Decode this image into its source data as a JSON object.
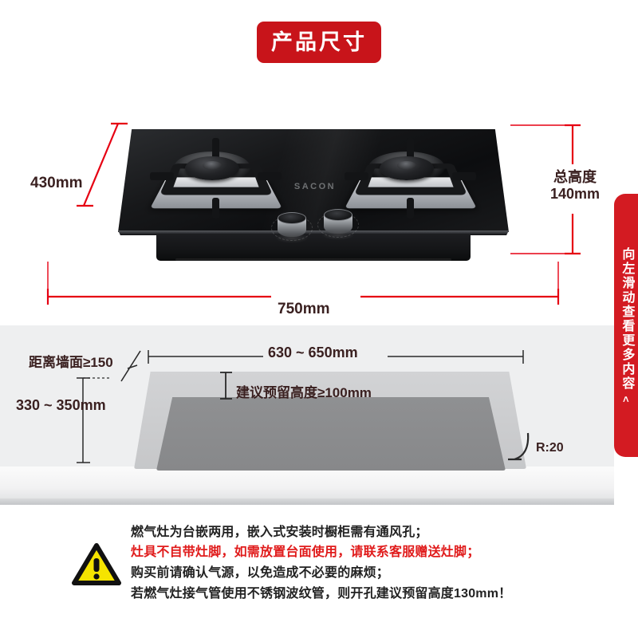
{
  "header": {
    "badge_title": "产品尺寸"
  },
  "slide_hint": {
    "text": "向左滑动查看更多内容",
    "chevron": "<"
  },
  "product": {
    "brand_logo": "SACON",
    "burners": [
      "left-burner",
      "right-burner"
    ],
    "knobs": [
      "left-knob",
      "right-knob"
    ]
  },
  "dimensions": {
    "depth": "430mm",
    "total_height_label": "总高度",
    "total_height_value": "140mm",
    "width": "750mm"
  },
  "cutout": {
    "wall_distance": "距离墙面≥150",
    "cutout_width": "630 ~ 650mm",
    "cutout_depth": "330 ~ 350mm",
    "reserved_height": "建议预留高度≥100mm",
    "corner_radius": "R:20"
  },
  "notice": {
    "icon": "warning-triangle-icon",
    "lines": [
      {
        "text": "燃气灶为台嵌两用，嵌入式安装时橱柜需有通风孔；",
        "color": "#222222"
      },
      {
        "text": "灶具不自带灶脚，如需放置台面使用，请联系客服赠送灶脚；",
        "color": "#e01b1b"
      },
      {
        "text": "购买前请确认气源，以免造成不必要的麻烦；",
        "color": "#222222"
      },
      {
        "text": "若燃气灶接气管使用不锈钢波纹管，则开孔建议预留高度130mm！",
        "color": "#222222"
      }
    ]
  },
  "colors": {
    "badge_red": "#c8141a",
    "tab_red": "#d31b22",
    "dimension_red": "#e60012",
    "warning_yellow": "#f5e400",
    "label_dark": "#3a2020",
    "notice_red": "#e01b1b"
  }
}
